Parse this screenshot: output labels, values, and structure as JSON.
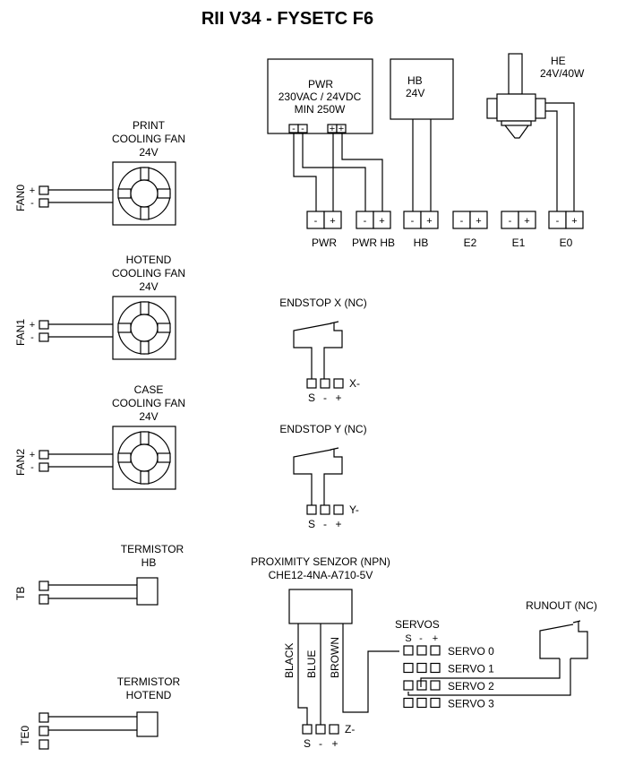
{
  "title": "RII V34 - FYSETC F6",
  "power_supply": {
    "line1": "PWR",
    "line2": "230VAC / 24VDC",
    "line3": "MIN 250W",
    "neg": "-",
    "pos": "+"
  },
  "heatbed": {
    "line1": "HB",
    "line2": "24V"
  },
  "hotend": {
    "line1": "HE",
    "line2": "24V/40W"
  },
  "board_terminals": [
    {
      "label": "PWR",
      "neg": "-",
      "pos": "+"
    },
    {
      "label": "PWR HB",
      "neg": "-",
      "pos": "+"
    },
    {
      "label": "HB",
      "neg": "-",
      "pos": "+"
    },
    {
      "label": "E2",
      "neg": "-",
      "pos": "+"
    },
    {
      "label": "E1",
      "neg": "-",
      "pos": "+"
    },
    {
      "label": "E0",
      "neg": "-",
      "pos": "+"
    }
  ],
  "fans": [
    {
      "port": "FAN0",
      "line1": "PRINT",
      "line2": "COOLING FAN",
      "line3": "24V",
      "plus": "+",
      "minus": "-"
    },
    {
      "port": "FAN1",
      "line1": "HOTEND",
      "line2": "COOLING FAN",
      "line3": "24V",
      "plus": "+",
      "minus": "-"
    },
    {
      "port": "FAN2",
      "line1": "CASE",
      "line2": "COOLING FAN",
      "line3": "24V",
      "plus": "+",
      "minus": "-"
    }
  ],
  "thermistors": [
    {
      "port": "TB",
      "line1": "TERMISTOR",
      "line2": "HB"
    },
    {
      "port": "TE0",
      "line1": "TERMISTOR",
      "line2": "HOTEND"
    }
  ],
  "endstops": [
    {
      "title": "ENDSTOP X (NC)",
      "port": "X-",
      "pins": [
        "S",
        "-",
        "+"
      ]
    },
    {
      "title": "ENDSTOP Y (NC)",
      "port": "Y-",
      "pins": [
        "S",
        "-",
        "+"
      ]
    }
  ],
  "proximity": {
    "line1": "PROXIMITY SENZOR (NPN)",
    "line2": "CHE12-4NA-A710-5V",
    "wires": [
      "BLACK",
      "BLUE",
      "BROWN"
    ],
    "port": "Z-",
    "pins": [
      "S",
      "-",
      "+"
    ]
  },
  "servos": {
    "title": "SERVOS",
    "pins": [
      "S",
      "-",
      "+"
    ],
    "rows": [
      "SERVO 0",
      "SERVO 1",
      "SERVO 2",
      "SERVO 3"
    ]
  },
  "runout": {
    "title": "RUNOUT (NC)"
  }
}
